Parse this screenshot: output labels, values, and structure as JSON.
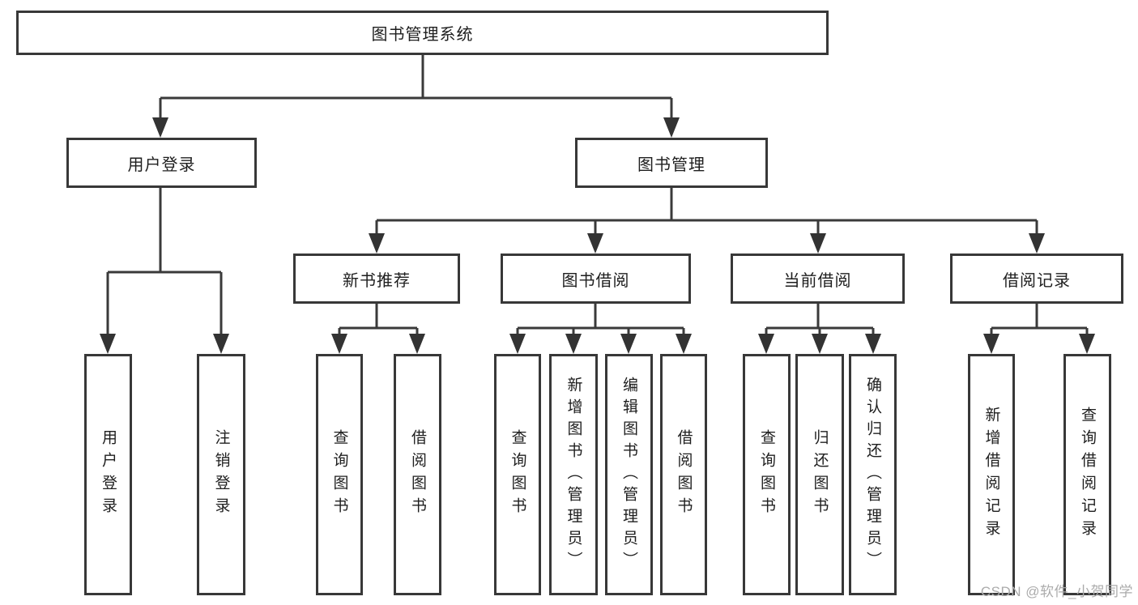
{
  "watermark": "CSDN @软件_小贺同学",
  "colors": {
    "line": "#3a3a3a",
    "border": "#383838",
    "text": "#1e1e1e",
    "background": "#ffffff",
    "watermark": "#ababab"
  },
  "tree": {
    "root": "图书管理系统",
    "branches": [
      {
        "label": "用户登录",
        "children": [
          {
            "label": "用户登录"
          },
          {
            "label": "注销登录"
          }
        ]
      },
      {
        "label": "图书管理",
        "children": [
          {
            "label": "新书推荐",
            "children": [
              {
                "label": "查询图书"
              },
              {
                "label": "借阅图书"
              }
            ]
          },
          {
            "label": "图书借阅",
            "children": [
              {
                "label": "查询图书"
              },
              {
                "label": "新增图书（管理员）"
              },
              {
                "label": "编辑图书（管理员）"
              },
              {
                "label": "借阅图书"
              }
            ]
          },
          {
            "label": "当前借阅",
            "children": [
              {
                "label": "查询图书"
              },
              {
                "label": "归还图书"
              },
              {
                "label": "确认归还（管理员）"
              }
            ]
          },
          {
            "label": "借阅记录",
            "children": [
              {
                "label": "新增借阅记录"
              },
              {
                "label": "查询借阅记录"
              }
            ]
          }
        ]
      }
    ]
  }
}
